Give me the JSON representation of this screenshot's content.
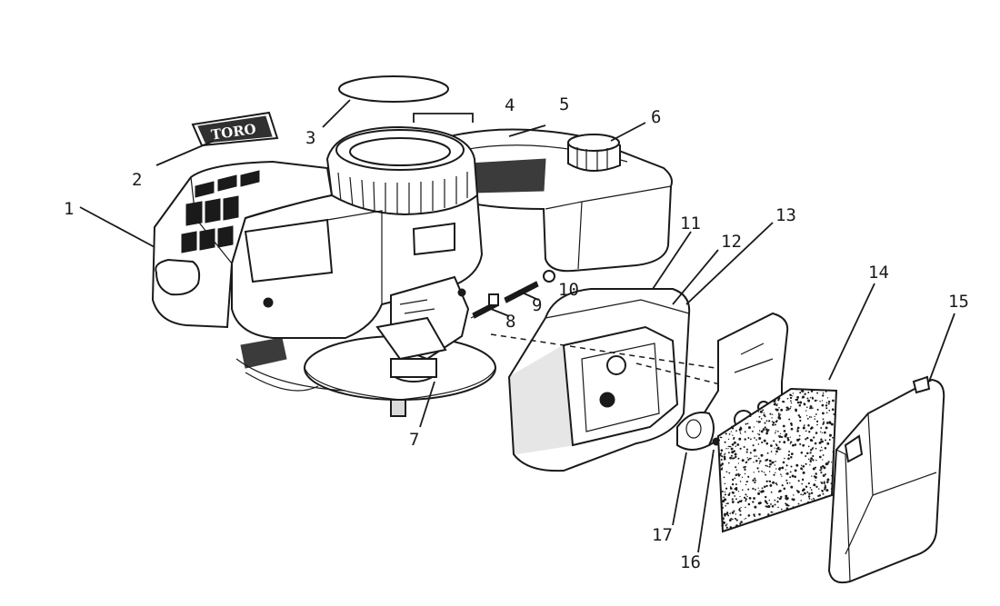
{
  "diagram": {
    "logo_text": "TORO",
    "callouts": [
      {
        "id": "1",
        "label": "1"
      },
      {
        "id": "2",
        "label": "2"
      },
      {
        "id": "3",
        "label": "3"
      },
      {
        "id": "4",
        "label": "4"
      },
      {
        "id": "5",
        "label": "5"
      },
      {
        "id": "6",
        "label": "6"
      },
      {
        "id": "7",
        "label": "7"
      },
      {
        "id": "8",
        "label": "8"
      },
      {
        "id": "9",
        "label": "9"
      },
      {
        "id": "10",
        "label": "10"
      },
      {
        "id": "11",
        "label": "11"
      },
      {
        "id": "12",
        "label": "12"
      },
      {
        "id": "13",
        "label": "13"
      },
      {
        "id": "14",
        "label": "14"
      },
      {
        "id": "15",
        "label": "15"
      },
      {
        "id": "16",
        "label": "16"
      },
      {
        "id": "17",
        "label": "17"
      }
    ]
  }
}
